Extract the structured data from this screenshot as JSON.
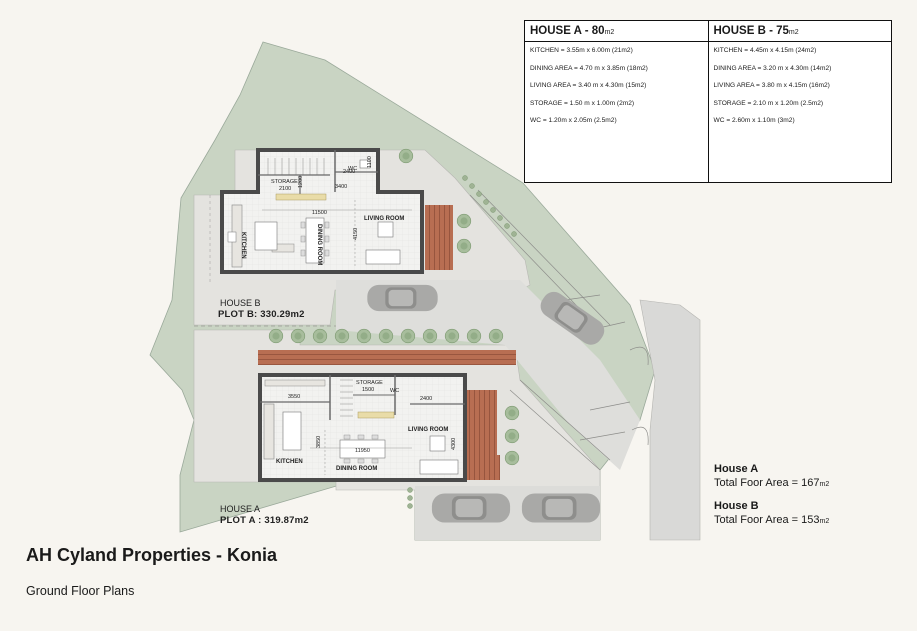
{
  "title": "AH Cyland Properties - Konia",
  "subtitle": "Ground Floor Plans",
  "table": {
    "house_a": {
      "heading": "HOUSE A - 80",
      "unit": "m2",
      "rows": [
        "KITCHEN = 3.55m x 6.00m (21m2)",
        "DINING AREA = 4.70 m x 3.85m (18m2)",
        "LIVING AREA = 3.40 m x 4.30m (15m2)",
        "STORAGE = 1.50 m x 1.00m (2m2)",
        "WC = 1.20m x 2.05m (2.5m2)"
      ]
    },
    "house_b": {
      "heading": "HOUSE B - 75",
      "unit": "m2",
      "rows": [
        "KITCHEN = 4.45m x 4.15m (24m2)",
        "DINING AREA = 3.20 m x 4.30m (14m2)",
        "LIVING AREA = 3.80 m x 4.15m (16m2)",
        "STORAGE = 2.10 m x 1.20m (2.5m2)",
        "WC = 2.60m x 1.10m (3m2)"
      ]
    }
  },
  "totals": {
    "house_a": {
      "name": "House A",
      "label": "Total Foor Area = 167",
      "unit": "m2"
    },
    "house_b": {
      "name": "House B",
      "label": "Total Foor Area = 153",
      "unit": "m2"
    }
  },
  "plots": {
    "b": {
      "house": "HOUSE B",
      "area": "PLOT B: 330.29m2"
    },
    "a": {
      "house": "HOUSE A",
      "area": "PLOT A : 319.87m2"
    }
  },
  "plan_b": {
    "storage": "STORAGE",
    "wc": "WC",
    "dim_storage_w": "2100",
    "dim_storage_h": "1200",
    "dim_wc": "2400",
    "dim_wc_h": "1100",
    "dim_hall": "3400",
    "dim_overall": "11500",
    "dim_depth": "4150",
    "kitchen": "KITCHEN",
    "dining": "DINING ROOM",
    "living": "LIVING ROOM"
  },
  "plan_a": {
    "storage": "STORAGE",
    "wc": "WC",
    "dim_storage": "1500",
    "dim_kitchen_w": "3550",
    "dim_wc": "2400",
    "dim_kitchen_d": "3850",
    "dim_overall": "11950",
    "dim_depth": "4300",
    "kitchen": "KITCHEN",
    "dining": "DINING ROOM",
    "living": "LIVING ROOM"
  },
  "colors": {
    "background": "#f7f5f0",
    "lawn": "#c9d4c3",
    "paving": "#e4e3df",
    "road": "#d9d9d7",
    "decking": "#b86e52",
    "wall": "#4a4a4a",
    "floor": "#f2f2f0"
  }
}
